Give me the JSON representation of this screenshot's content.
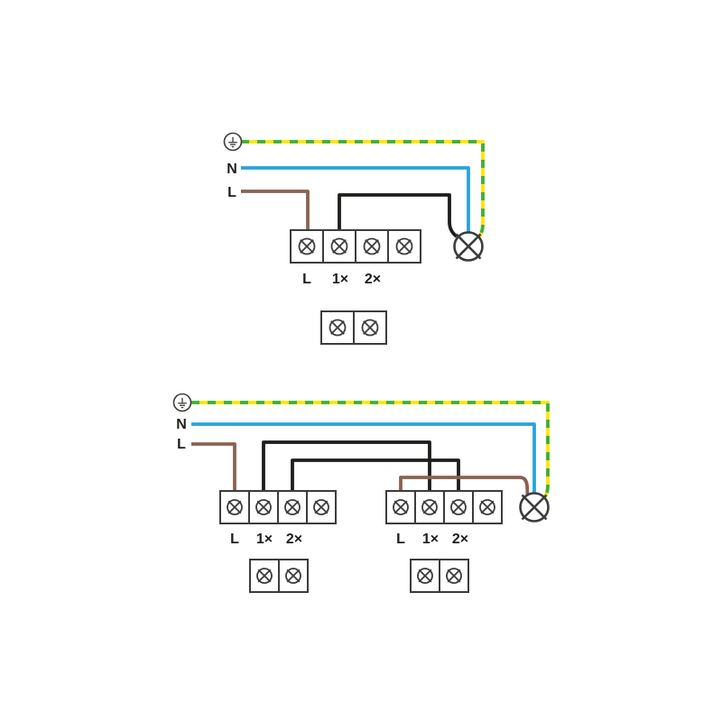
{
  "page": {
    "background": "#ffffff"
  },
  "colors": {
    "outline": "#3c3c3b",
    "text": "#1d1d1b",
    "wire_earth_green": "#3faf3c",
    "wire_earth_yellow": "#ffe500",
    "wire_neutral_blue": "#29a3dc",
    "wire_live_brown": "#8a6253",
    "wire_switched_black": "#1d1d1b"
  },
  "icons": {
    "earth_icon": "protective-earth-ground-in-circle",
    "lamp_icon": "lamp-circle-with-diagonal-cross",
    "terminal_icon": "screw-contact-circle-with-cross-in-square"
  },
  "single_switch_diagram": {
    "neutral_label": "N",
    "live_label": "L",
    "terminal_labels": [
      "L",
      "1×",
      "2×"
    ]
  },
  "double_switch_diagram": {
    "neutral_label": "N",
    "live_label": "L",
    "left_terminal_labels": [
      "L",
      "1×",
      "2×"
    ],
    "right_terminal_labels": [
      "L",
      "1×",
      "2×"
    ]
  }
}
